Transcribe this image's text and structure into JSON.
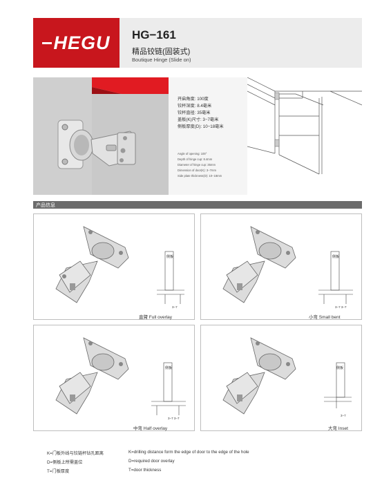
{
  "header": {
    "logo": "HEGU",
    "model": "HG−161",
    "title_cn": "精品铰链(固装式)",
    "title_en": "Boutique Hinge (Slide on)"
  },
  "specs_cn": [
    "开启角度: 100度",
    "铰杯深度: 8.4毫米",
    "铰杯直径: 35毫米",
    "盖板(K)尺寸: 3−7毫米",
    "侧板厚度(D): 10−18毫米"
  ],
  "specs_en": [
    "Angle of opening: 100°",
    "Depth of hinge cup: 8.4mm",
    "Diameter of hinge cup: 35mm",
    "Dimension of door(K): 3−7mm",
    "Side plate thickness(D): 10−18mm"
  ],
  "section_label": "产品信息",
  "panels": [
    {
      "caption": "直臂 Full overlay",
      "side_label": "侧板",
      "dims": "3−7"
    },
    {
      "caption": "小弯 Small bent",
      "side_label": "侧板",
      "dims": "3−7 3−7"
    },
    {
      "caption": "中弯 Half overlay",
      "side_label": "侧板",
      "dims": "3−7 3−7"
    },
    {
      "caption": "大弯 Inset",
      "side_label": "侧板",
      "dims": "3−7"
    }
  ],
  "notes_cn": [
    "K=门板外线与铰链杯钻孔距离",
    "D=侧板上所需盖位",
    "T=门板厚度"
  ],
  "notes_en": [
    "K=drilling distance form the edge of door to the edge of the hole",
    "D=required door overlay",
    "T=door thickness"
  ],
  "colors": {
    "brand_red": "#c8161d",
    "section_bar": "#6b6b6b"
  }
}
